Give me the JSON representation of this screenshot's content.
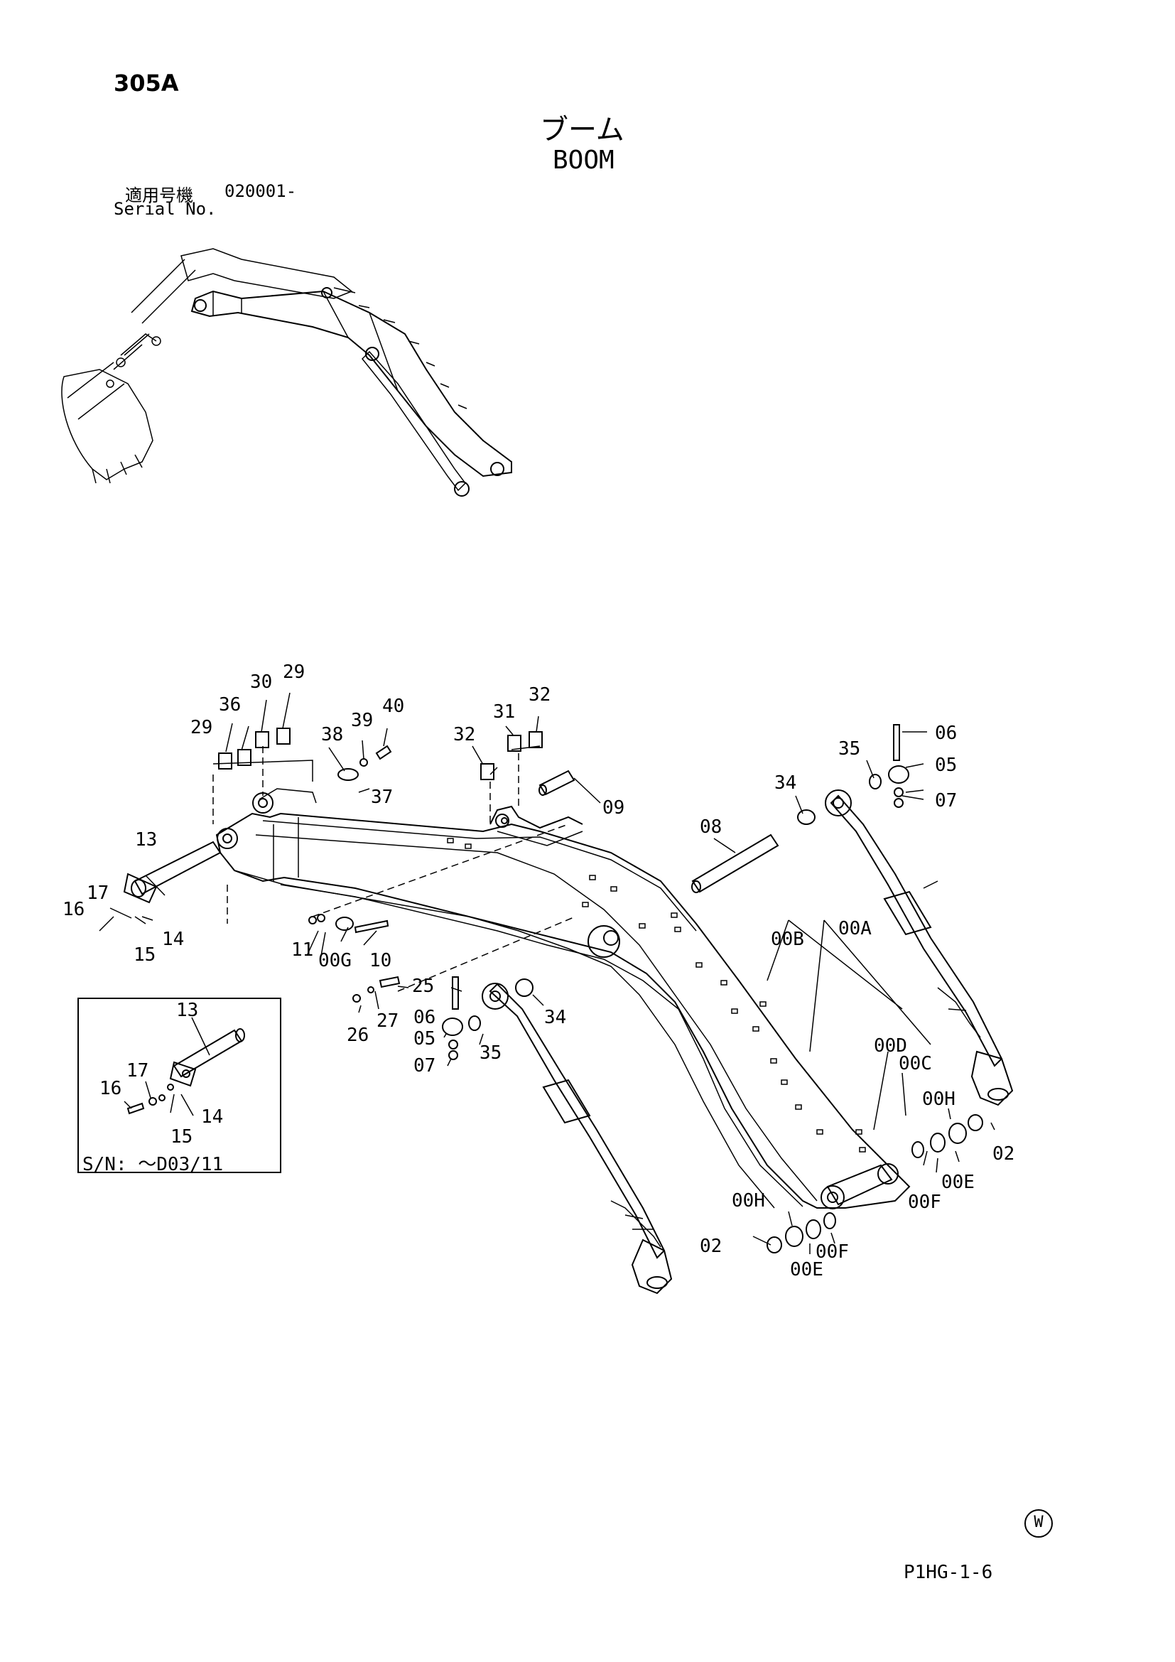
{
  "header": {
    "page_code": "305A",
    "title_ja": "ブーム",
    "title_en": "BOOM",
    "serial_label_ja": "適用号機",
    "serial_value": "020001-",
    "serial_label_en": "Serial No."
  },
  "inset": {
    "serial_note": "S/N: ～D03/11",
    "callouts": [
      "13",
      "17",
      "16",
      "15",
      "14"
    ]
  },
  "callouts": [
    "29",
    "36",
    "30",
    "29",
    "38",
    "39",
    "40",
    "37",
    "32",
    "31",
    "32",
    "09",
    "35",
    "06",
    "05",
    "07",
    "34",
    "08",
    "13",
    "17",
    "16",
    "15",
    "14",
    "11",
    "00G",
    "10",
    "25",
    "06",
    "26",
    "27",
    "05",
    "35",
    "34",
    "07",
    "00B",
    "00A",
    "00D",
    "00C",
    "00H",
    "02",
    "00E",
    "00F",
    "00H",
    "02",
    "00E",
    "00F"
  ],
  "footer": {
    "mark": "W",
    "doc_code": "P1HG-1-6"
  }
}
